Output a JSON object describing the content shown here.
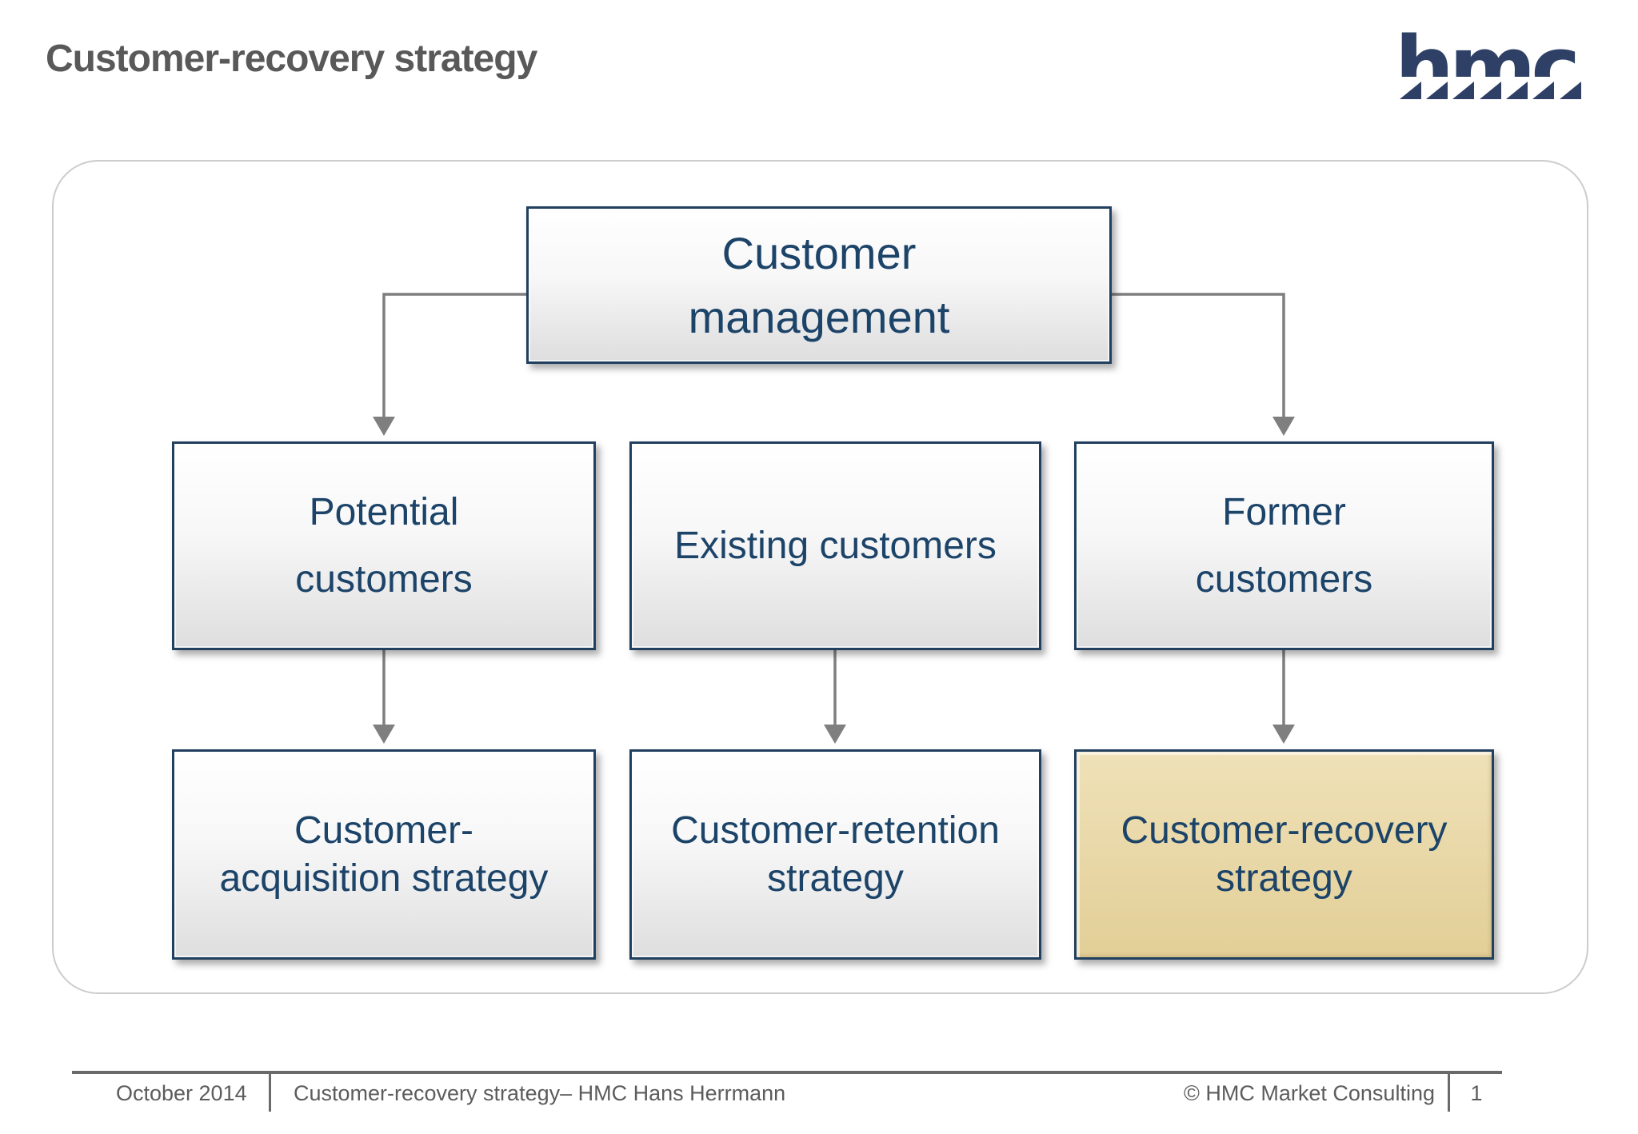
{
  "slide": {
    "title": "Customer-recovery strategy"
  },
  "logo": {
    "text": "hmc",
    "color": "#2e4065"
  },
  "diagram": {
    "root": {
      "label": "Customer\nmanagement"
    },
    "level2": [
      {
        "label": "Potential\ncustomers"
      },
      {
        "label": "Existing customers"
      },
      {
        "label": "Former\ncustomers"
      }
    ],
    "level3": [
      {
        "label": "Customer-\nacquisition strategy"
      },
      {
        "label": "Customer-retention\nstrategy"
      },
      {
        "label": "Customer-recovery\nstrategy",
        "highlighted": true
      }
    ]
  },
  "footer": {
    "date": "October 2014",
    "doc_title": "Customer-recovery strategy– HMC Hans Herrmann",
    "copyright": "© HMC Market Consulting",
    "page_number": "1"
  },
  "colors": {
    "node_text": "#1c4368",
    "node_border": "#21405f",
    "node_fill_top": "#ffffff",
    "node_fill_bottom": "#dededf",
    "highlight_fill": "#e8d7a6",
    "arrow": "#7f7f7f",
    "title_text": "#595959",
    "footer_text": "#5c5c5c",
    "logo": "#2e4065",
    "panel_border": "#cccccc"
  }
}
